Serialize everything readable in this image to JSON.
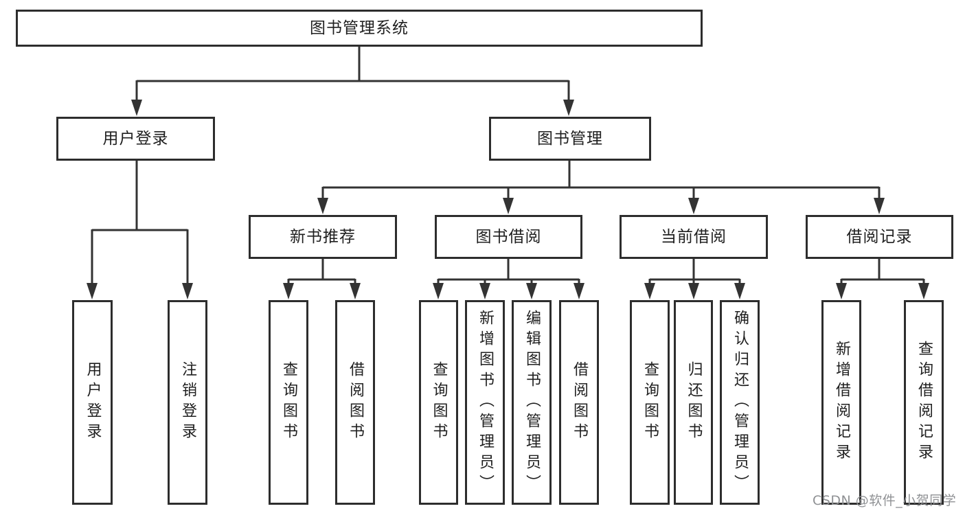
{
  "diagram": {
    "type": "hierarchy-tree",
    "orientation": "top-down",
    "colors": {
      "background": "#ffffff",
      "box_border": "#2d2d2d",
      "line": "#333333",
      "text": "#1f1f1f",
      "watermark": "#8f9194"
    }
  },
  "tree": {
    "root": {
      "label": "图书管理系统",
      "children": [
        {
          "label": "用户登录",
          "children": [
            {
              "label": "用户登录"
            },
            {
              "label": "注销登录"
            }
          ]
        },
        {
          "label": "图书管理",
          "children": [
            {
              "label": "新书推荐",
              "children": [
                {
                  "label": "查询图书"
                },
                {
                  "label": "借阅图书"
                }
              ]
            },
            {
              "label": "图书借阅",
              "children": [
                {
                  "label": "查询图书"
                },
                {
                  "label": "新增图书（管理员）"
                },
                {
                  "label": "编辑图书（管理员）"
                },
                {
                  "label": "借阅图书"
                }
              ]
            },
            {
              "label": "当前借阅",
              "children": [
                {
                  "label": "查询图书"
                },
                {
                  "label": "归还图书"
                },
                {
                  "label": "确认归还（管理员）"
                }
              ]
            },
            {
              "label": "借阅记录",
              "children": [
                {
                  "label": "新增借阅记录"
                },
                {
                  "label": "查询借阅记录"
                }
              ]
            }
          ]
        }
      ]
    }
  },
  "watermark": {
    "text": "CSDN @软件_小贺同学"
  }
}
